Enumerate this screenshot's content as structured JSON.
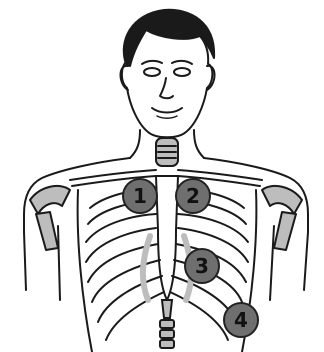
{
  "colors": {
    "ink": "#1a1a1a",
    "marker_fill": "#6f6f6f",
    "marker_stroke": "#222222",
    "shade": "#bdbdbd",
    "skin": "#ffffff"
  },
  "markers": [
    {
      "label": "1",
      "icon": "numbered-circle-marker"
    },
    {
      "label": "2",
      "icon": "numbered-circle-marker"
    },
    {
      "label": "3",
      "icon": "numbered-circle-marker"
    },
    {
      "label": "4",
      "icon": "numbered-circle-marker"
    }
  ]
}
